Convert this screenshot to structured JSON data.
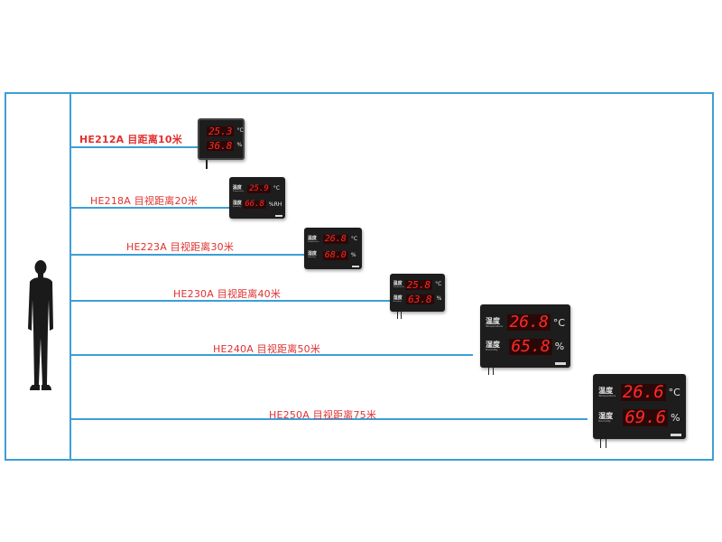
{
  "diagram": {
    "colors": {
      "frame": "#3d9ed8",
      "label": "#e0312f",
      "display_bg": "#1d1d1d",
      "digits": "#ff2a24"
    },
    "rows": [
      {
        "label": "HE212A 目距离10米",
        "display": {
          "temperature": "25.3",
          "temp_unit": "°C",
          "humidity": "36.8",
          "hum_unit": "%",
          "temp_label": "",
          "temp_sub": "",
          "hum_label": "",
          "hum_sub": ""
        }
      },
      {
        "label": "HE218A 目视距离20米",
        "display": {
          "temperature": "25.9",
          "temp_unit": "°C",
          "humidity": "66.8",
          "hum_unit": "%RH",
          "temp_label": "温度",
          "temp_sub": "Temperature",
          "hum_label": "湿度",
          "hum_sub": "Humidity"
        }
      },
      {
        "label": "HE223A 目视距离30米",
        "display": {
          "temperature": "26.8",
          "temp_unit": "°C",
          "humidity": "68.0",
          "hum_unit": "%",
          "temp_label": "温度",
          "temp_sub": "Temperature",
          "hum_label": "湿度",
          "hum_sub": "Humidity"
        }
      },
      {
        "label": "HE230A 目视距离40米",
        "display": {
          "temperature": "25.8",
          "temp_unit": "°C",
          "humidity": "63.8",
          "hum_unit": "%",
          "temp_label": "温度",
          "temp_sub": "Temperature",
          "hum_label": "湿度",
          "hum_sub": "Humidity"
        }
      },
      {
        "label": "HE240A 目视距离50米",
        "display": {
          "temperature": "26.8",
          "temp_unit": "°C",
          "humidity": "65.8",
          "hum_unit": "%",
          "temp_label": "温度",
          "temp_sub": "Temperature",
          "hum_label": "湿度",
          "hum_sub": "Humidity"
        }
      },
      {
        "label": "HE250A 目视距离75米",
        "display": {
          "temperature": "26.6",
          "temp_unit": "°C",
          "humidity": "69.6",
          "hum_unit": "%",
          "temp_label": "温度",
          "temp_sub": "Temperature",
          "hum_label": "湿度",
          "hum_sub": "Humidity"
        }
      }
    ]
  }
}
